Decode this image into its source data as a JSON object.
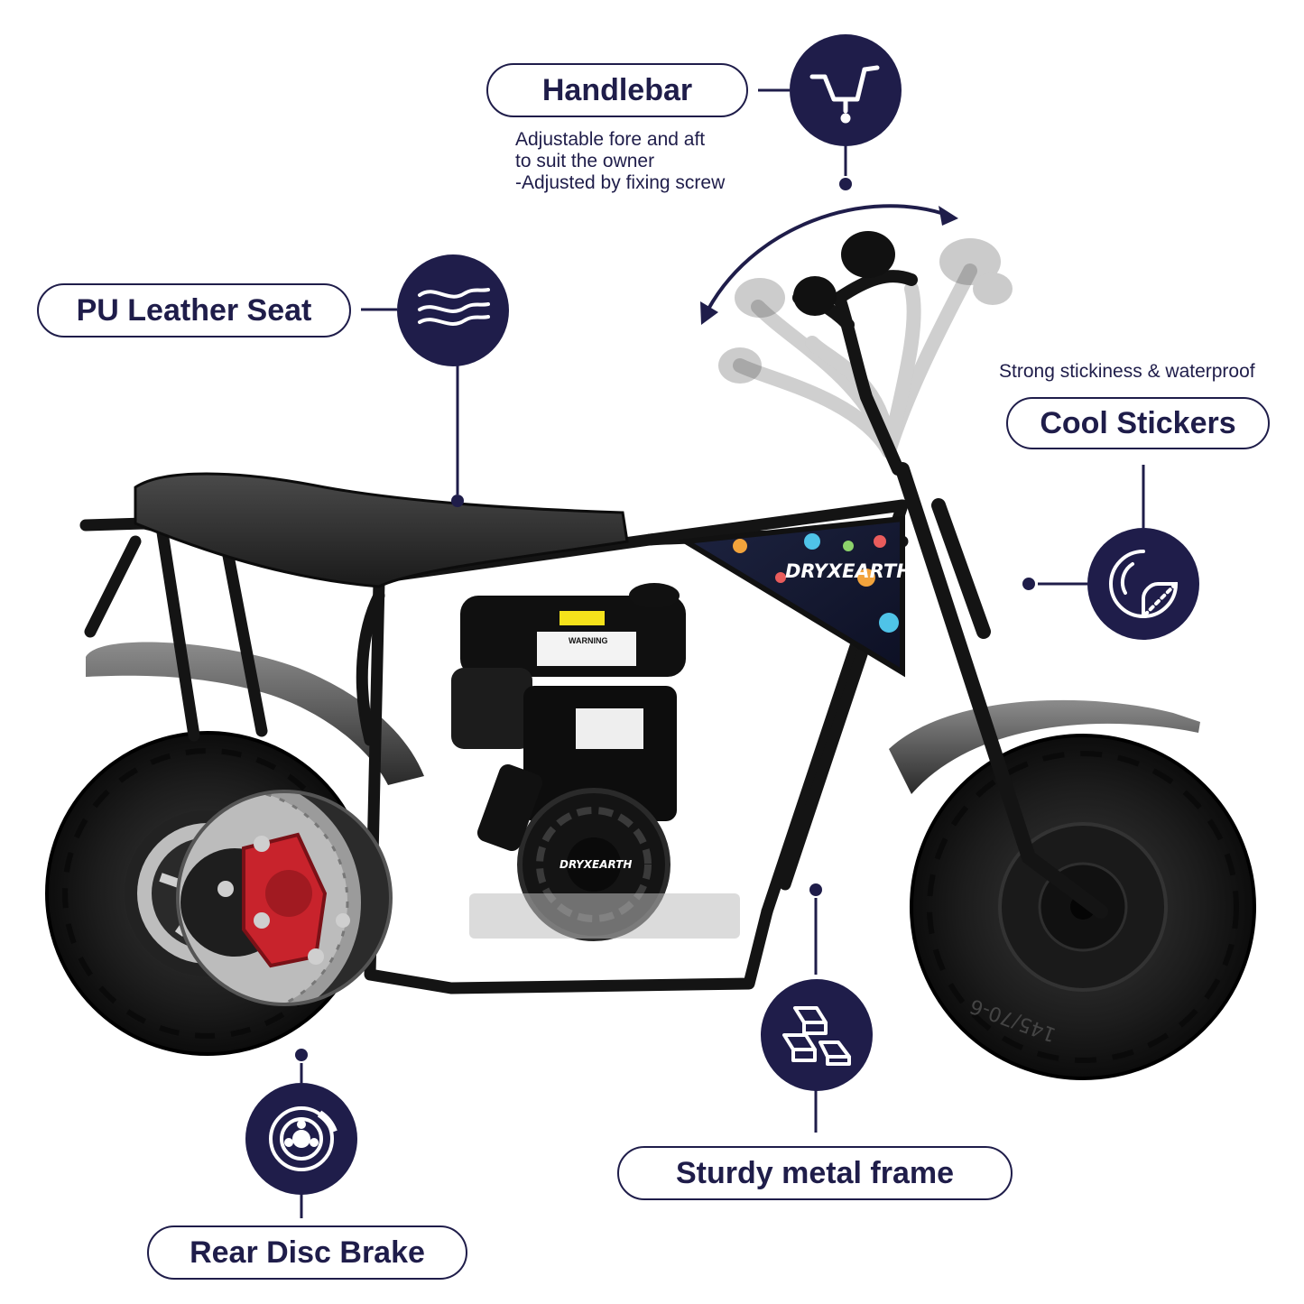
{
  "callouts": {
    "handlebar": {
      "label": "Handlebar",
      "lines": [
        "Adjustable fore and aft",
        "to suit the owner",
        "-Adjusted by fixing screw"
      ],
      "icon": "handlebar-icon"
    },
    "seat": {
      "label": "PU Leather Seat",
      "icon": "seat-layers-icon"
    },
    "stickers": {
      "label": "Cool Stickers",
      "note": "Strong stickiness & waterproof",
      "icon": "sticker-peel-icon"
    },
    "brake": {
      "label": "Rear Disc Brake",
      "icon": "disc-brake-icon"
    },
    "frame": {
      "label": "Sturdy metal frame",
      "icon": "metal-bars-icon"
    }
  },
  "bike": {
    "brand": "DRYXEARTH",
    "tire_marking": "145/70-6",
    "warning_label": "WARNING"
  },
  "colors": {
    "navy": "#1f1d4a",
    "brake_red": "#c8232c",
    "frame_black": "#141414"
  }
}
